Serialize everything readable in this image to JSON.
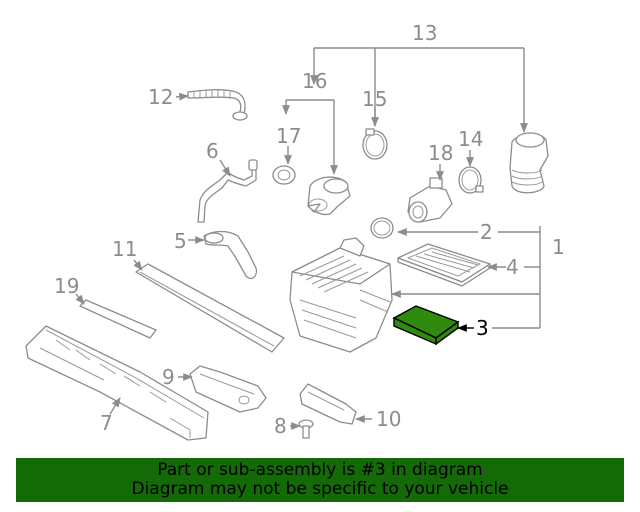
{
  "callouts": {
    "c1": "1",
    "c2": "2",
    "c3": "3",
    "c4": "4",
    "c5": "5",
    "c6": "6",
    "c7": "7",
    "c8": "8",
    "c9": "9",
    "c10": "10",
    "c11": "11",
    "c12": "12",
    "c13": "13",
    "c14": "14",
    "c15": "15",
    "c16": "16",
    "c17": "17",
    "c18": "18",
    "c19": "19"
  },
  "highlighted_part": "3",
  "colors": {
    "highlight": "#2f8a0e",
    "banner_background": "#136a06",
    "line_art": "#8c8c8c"
  },
  "banner": {
    "line1": "Part or sub-assembly is #3 in diagram",
    "line2": "Diagram may not be specific to your vehicle"
  }
}
